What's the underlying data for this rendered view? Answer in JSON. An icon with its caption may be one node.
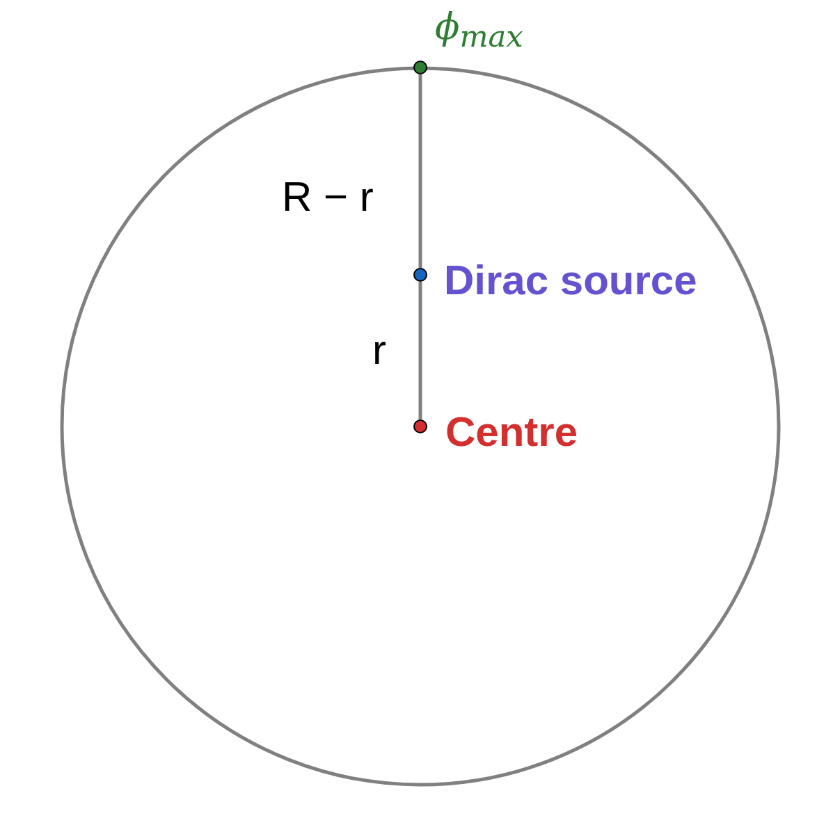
{
  "diagram": {
    "nodes": [
      {
        "text": [],
        "shape": "circle"
      },
      {
        "text": [],
        "shape": "circle",
        "in": 0,
        "beside": [
          "ϕ$_{max}$"
        ]
      },
      {
        "text": [],
        "shape": "circle",
        "in": 0,
        "beside": [
          "Dirac source"
        ]
      },
      {
        "text": [],
        "shape": "circle",
        "in": 0,
        "beside": [
          "Centre"
        ]
      }
    ],
    "edges": [
      {
        "from": 1,
        "to": 2,
        "arrow": "none",
        "label": "R − r"
      },
      {
        "from": 2,
        "to": 3,
        "arrow": "none",
        "label": "r"
      }
    ]
  }
}
